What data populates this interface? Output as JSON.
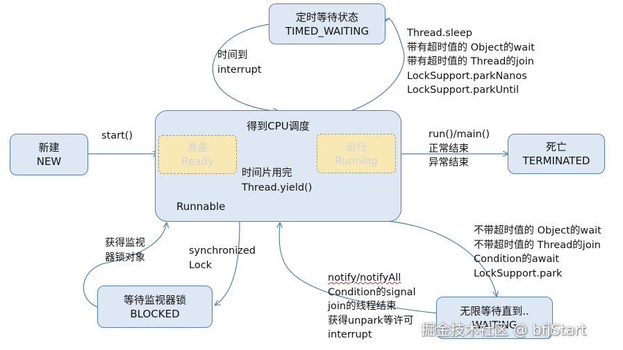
{
  "states": {
    "timed_waiting": {
      "line1": "定时等待状态",
      "line2": "TIMED_WAITING"
    },
    "new": {
      "line1": "新建",
      "line2": "NEW"
    },
    "runnable": {
      "title": "得到CPU调度",
      "label": "Runnable"
    },
    "ready": {
      "line1": "准备",
      "line2": "Ready"
    },
    "running": {
      "line1": "运行",
      "line2": "Running"
    },
    "terminated": {
      "line1": "死亡",
      "line2": "TERMINATED"
    },
    "blocked": {
      "line1": "等待监视器锁",
      "line2": "BLOCKED"
    },
    "waiting": {
      "line1": "无限等待直到..",
      "line2": "WAITING"
    }
  },
  "labels": {
    "start": "start()",
    "timeout": [
      "时间到",
      "interrupt"
    ],
    "timed_methods": [
      "Thread.sleep",
      "带有超时值的 Object的wait",
      "带有超时值的 Thread的join",
      "LockSupport.parkNanos",
      "LockSupport.parkUntil"
    ],
    "yield": [
      "时间片用完",
      "Thread.yield()"
    ],
    "finish": [
      "run()/main()",
      "正常结束",
      "异常结束"
    ],
    "acquire_monitor": [
      "获得监视",
      "器锁对象"
    ],
    "sync": [
      "synchronized",
      "Lock"
    ],
    "wait_methods": [
      "不带超时值的 Object的wait",
      "不带超时值的 Thread的join",
      "Condition的await",
      "LockSupport.park"
    ],
    "notify": [
      "notify/notifyAll",
      "Condition的signal",
      "join的线程结束",
      "获得unpark等许可",
      "interrupt"
    ]
  },
  "watermark": "掘金技术社区 @ bfjStart"
}
